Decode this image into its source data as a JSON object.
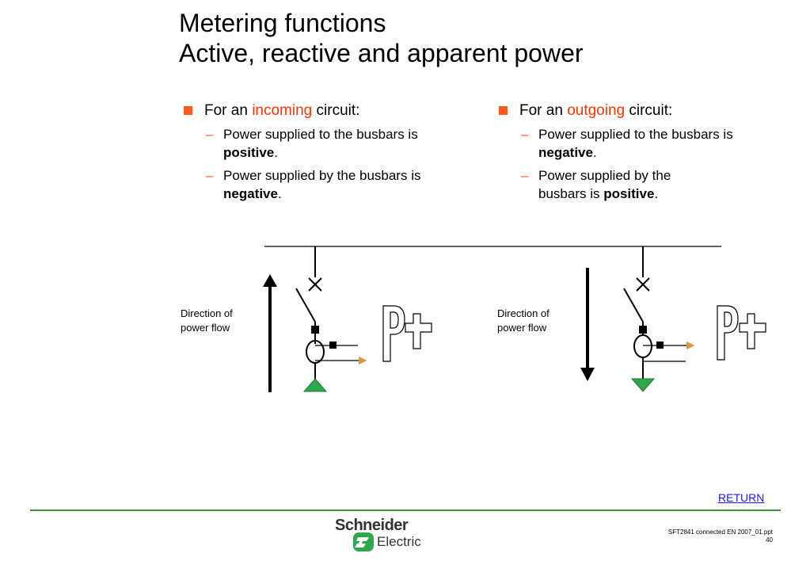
{
  "title": {
    "line1": "Metering functions",
    "line2": "Active, reactive and apparent power"
  },
  "left": {
    "prefix": "For an ",
    "highlight": "incoming",
    "suffix": " circuit:",
    "items": [
      {
        "text": "Power supplied to the busbars is ",
        "bold": "positive",
        "end": "."
      },
      {
        "text": "Power supplied by the busbars is ",
        "bold": "negative",
        "end": "."
      }
    ],
    "direction_label": "Direction of power flow",
    "power_symbol": "P+"
  },
  "right": {
    "prefix": "For an ",
    "highlight": "outgoing",
    "suffix": " circuit:",
    "items": [
      {
        "text": "Power supplied to the busbars is ",
        "bold": "negative",
        "end": "."
      },
      {
        "text": "Power supplied by the busbars is ",
        "bold": "positive",
        "end": "."
      }
    ],
    "direction_label": "Direction of power flow",
    "power_symbol": "P+"
  },
  "footer": {
    "return_label": "RETURN",
    "reference_line1": "SFT2841 connected EN 2007_01.ppt",
    "reference_line2": "40",
    "logo_name": "Schneider",
    "logo_sub": "Electric"
  },
  "colors": {
    "accent": "#ff5a1f",
    "highlight": "#ff3300",
    "earth_green": "#2ea84a",
    "arrow_orange": "#d99a3a",
    "footer_green": "#3a9a3a",
    "link": "#1a1aff"
  }
}
